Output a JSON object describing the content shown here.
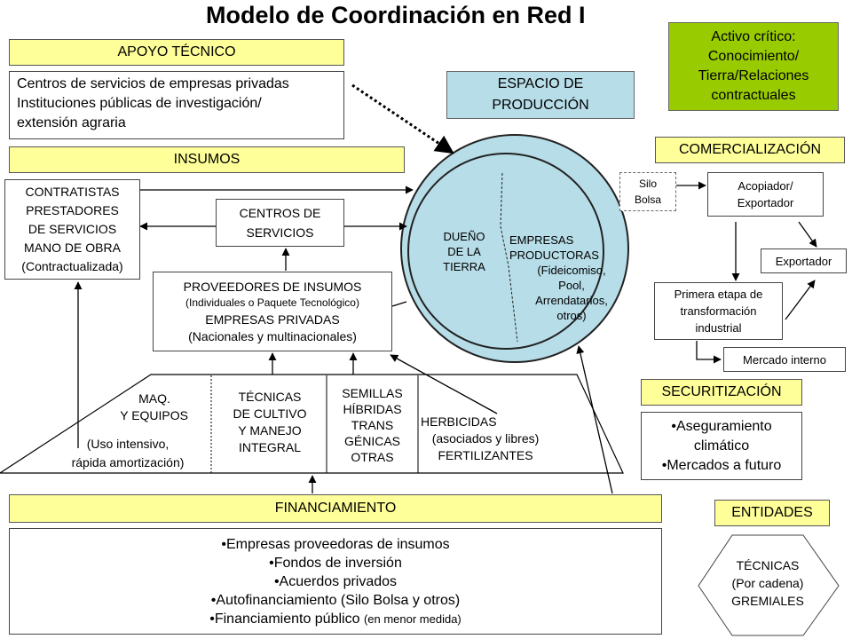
{
  "title": "Modelo de Coordinación en Red I",
  "apoyo_tecnico": {
    "header": "APOYO TÉCNICO",
    "lines": [
      "Centros de servicios de empresas privadas",
      "Instituciones públicas de investigación/",
      "extensión agraria"
    ]
  },
  "insumos": {
    "header": "INSUMOS"
  },
  "contratistas": {
    "lines": [
      "CONTRATISTAS",
      "PRESTADORES",
      "DE SERVICIOS",
      "MANO DE OBRA",
      "(Contractualizada)"
    ]
  },
  "centros_servicios": {
    "lines": [
      "CENTROS DE",
      "SERVICIOS"
    ]
  },
  "proveedores": {
    "line1": "PROVEEDORES  DE INSUMOS",
    "line2": "(Individuales o Paquete Tecnológico)",
    "line3": "EMPRESAS  PRIVADAS",
    "line4": "(Nacionales y multinacionales)"
  },
  "triangle": {
    "maq": [
      "MAQ.",
      "Y EQUIPOS",
      "(Uso intensivo,",
      "rápida amortización)"
    ],
    "tecnicas": [
      "TÉCNICAS",
      "DE CULTIVO",
      "Y MANEJO",
      "INTEGRAL"
    ],
    "semillas": [
      "SEMILLAS",
      "HÍBRIDAS",
      "TRANS",
      "GÉNICAS",
      "OTRAS"
    ],
    "herbicidas": [
      "HERBICIDAS",
      "(asociados y libres)",
      "FERTILIZANTES"
    ]
  },
  "espacio": {
    "lines": [
      "ESPACIO DE",
      "PRODUCCIÓN"
    ]
  },
  "circle": {
    "dueno": [
      "DUEÑO",
      "DE LA",
      "TIERRA"
    ],
    "empresas": [
      "EMPRESAS",
      "PRODUCTORAS",
      "(Fideicomiso,",
      "Pool,",
      "Arrendatarios,",
      "otros)"
    ]
  },
  "activo": {
    "lines": [
      "Activo crítico:",
      "Conocimiento/",
      "Tierra/Relaciones",
      "contractuales"
    ]
  },
  "comercializacion": {
    "header": "COMERCIALIZACIÓN"
  },
  "silo": {
    "lines": [
      "Silo",
      "Bolsa"
    ]
  },
  "acopiador": {
    "lines": [
      "Acopiador/",
      "Exportador"
    ]
  },
  "exportador": {
    "label": "Exportador"
  },
  "primera": {
    "lines": [
      "Primera etapa de",
      "transformación",
      "industrial"
    ]
  },
  "mercado": {
    "label": "Mercado interno"
  },
  "securitizacion": {
    "header": "SECURITIZACIÓN",
    "lines": [
      "•Aseguramiento",
      "climático",
      "•Mercados a futuro"
    ]
  },
  "financiamiento": {
    "header": "FINANCIAMIENTO",
    "lines": [
      "•Empresas proveedoras de insumos",
      "•Fondos de inversión",
      "•Acuerdos privados",
      "•Autofinanciamiento (Silo Bolsa y otros)"
    ],
    "last_main": "•Financiamiento público ",
    "last_small": "(en menor medida)"
  },
  "entidades": {
    "header": "ENTIDADES",
    "lines": [
      "TÉCNICAS",
      "(Por cadena)",
      "GREMIALES"
    ]
  },
  "colors": {
    "yellow": "#ffff99",
    "light_blue": "#b7dde8",
    "green": "#99cc00",
    "circle_fill": "#b7dde8"
  }
}
